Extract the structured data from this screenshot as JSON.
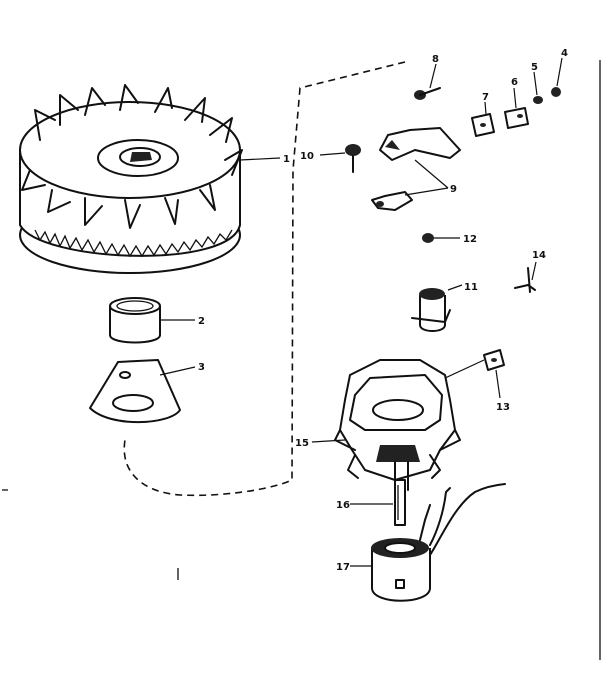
{
  "callouts": [
    {
      "id": "c1",
      "label": "1"
    },
    {
      "id": "c2",
      "label": "2"
    },
    {
      "id": "c3",
      "label": "3"
    },
    {
      "id": "c4",
      "label": "4"
    },
    {
      "id": "c5",
      "label": "5"
    },
    {
      "id": "c6",
      "label": "6"
    },
    {
      "id": "c7",
      "label": "7"
    },
    {
      "id": "c8",
      "label": "8"
    },
    {
      "id": "c9",
      "label": "9"
    },
    {
      "id": "c10",
      "label": "10"
    },
    {
      "id": "c11",
      "label": "11"
    },
    {
      "id": "c12",
      "label": "12"
    },
    {
      "id": "c13",
      "label": "13"
    },
    {
      "id": "c14",
      "label": "14"
    },
    {
      "id": "c15",
      "label": "15"
    },
    {
      "id": "c16",
      "label": "16"
    },
    {
      "id": "c17",
      "label": "17"
    }
  ],
  "colors": {
    "ink": "#111111",
    "paper": "#ffffff"
  }
}
